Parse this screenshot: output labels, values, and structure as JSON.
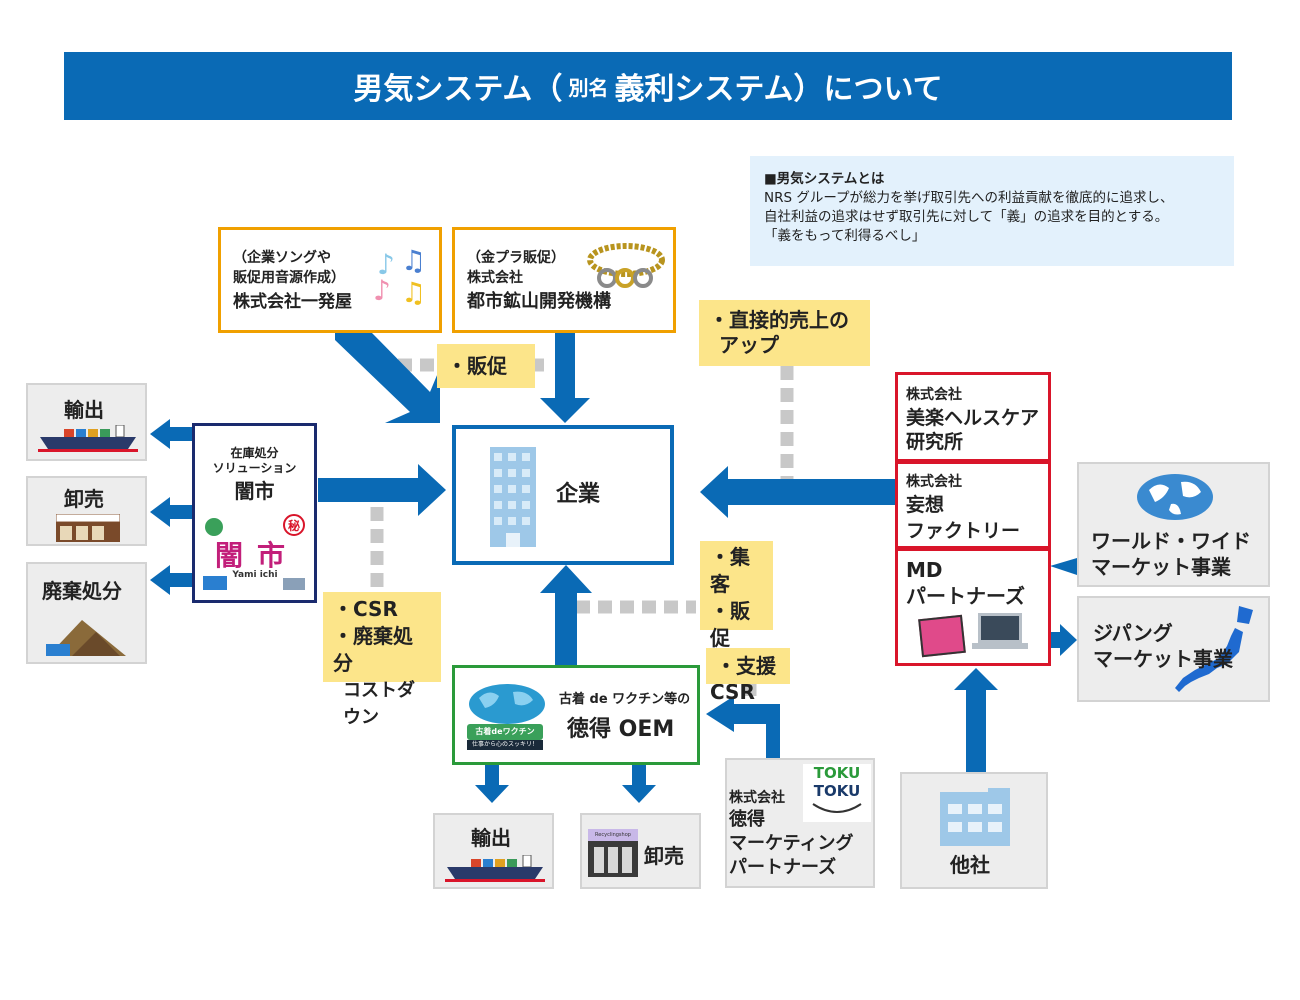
{
  "title": {
    "main": "男気システム（",
    "alias_prefix": "別名",
    "alias": "義利システム）",
    "suffix": "について"
  },
  "definition": {
    "heading": "■男気システムとは",
    "line1": "NRS グループが総力を挙げ取引先への利益貢献を徹底的に追求し、",
    "line2": "自社利益の追求はせず取引先に対して「義」の追求を目的とする。",
    "line3": "「義をもって利得るべし」"
  },
  "center": {
    "label": "企業"
  },
  "ippatsuya": {
    "line1": "（企業ソングや",
    "line2": "販促用音源作成）",
    "line3": "株式会社一発屋"
  },
  "toshikozan": {
    "line1": "（金プラ販促）",
    "line2": "株式会社",
    "line3": "都市鉱山開発機構"
  },
  "yamiichi": {
    "line1": "在庫処分",
    "line2": "ソリューション",
    "line3": "闇市",
    "logo_text": "闇市",
    "logo_sub": "Yami ichi",
    "seal": "秘"
  },
  "left_outputs": [
    {
      "label": "輸出"
    },
    {
      "label": "卸売"
    },
    {
      "label": "廃棄処分"
    }
  ],
  "biraku": {
    "line1": "株式会社",
    "line2": "美楽ヘルスケア",
    "line3": "研究所"
  },
  "mousou": {
    "line1": "株式会社",
    "line2": "妄想",
    "line3": "ファクトリー"
  },
  "md": {
    "line1": "MD",
    "line2": "パートナーズ"
  },
  "worldwide": {
    "line1": "ワールド・ワイド",
    "line2": "マーケット事業"
  },
  "zipang": {
    "line1": "ジパング",
    "line2": "マーケット事業"
  },
  "oem": {
    "line1": "古着 de ワクチン等の",
    "line2": "徳得 OEM",
    "logo_text": "古着deワクチン",
    "logo_sub": "仕事から心のスッキリ！"
  },
  "bottom_outputs": [
    {
      "label": "輸出"
    },
    {
      "label": "卸売"
    }
  ],
  "tokutoku": {
    "line1": "株式会社",
    "line2": "徳得",
    "line3": "マーケティング",
    "line4": "パートナーズ",
    "logo1": "TOKU",
    "logo2": "TOKU"
  },
  "tasha": {
    "label": "他社"
  },
  "shop_sign": "Recyclingshop",
  "tags": {
    "hansoku": "・販促",
    "direct": [
      "・直接的売上の",
      "アップ"
    ],
    "csr": [
      "・CSR",
      "・廃棄処分",
      "コストダウン"
    ],
    "shukyaku": [
      "・集客",
      "・販促",
      "・CSR"
    ],
    "shien": "・支援"
  },
  "colors": {
    "blue": "#0a6ab5",
    "orange": "#f0a000",
    "red": "#d9152a",
    "green": "#2a9a3a",
    "navy": "#1a2a6e",
    "gray_line": "#c8c8c8",
    "tag": "#fce58a"
  }
}
